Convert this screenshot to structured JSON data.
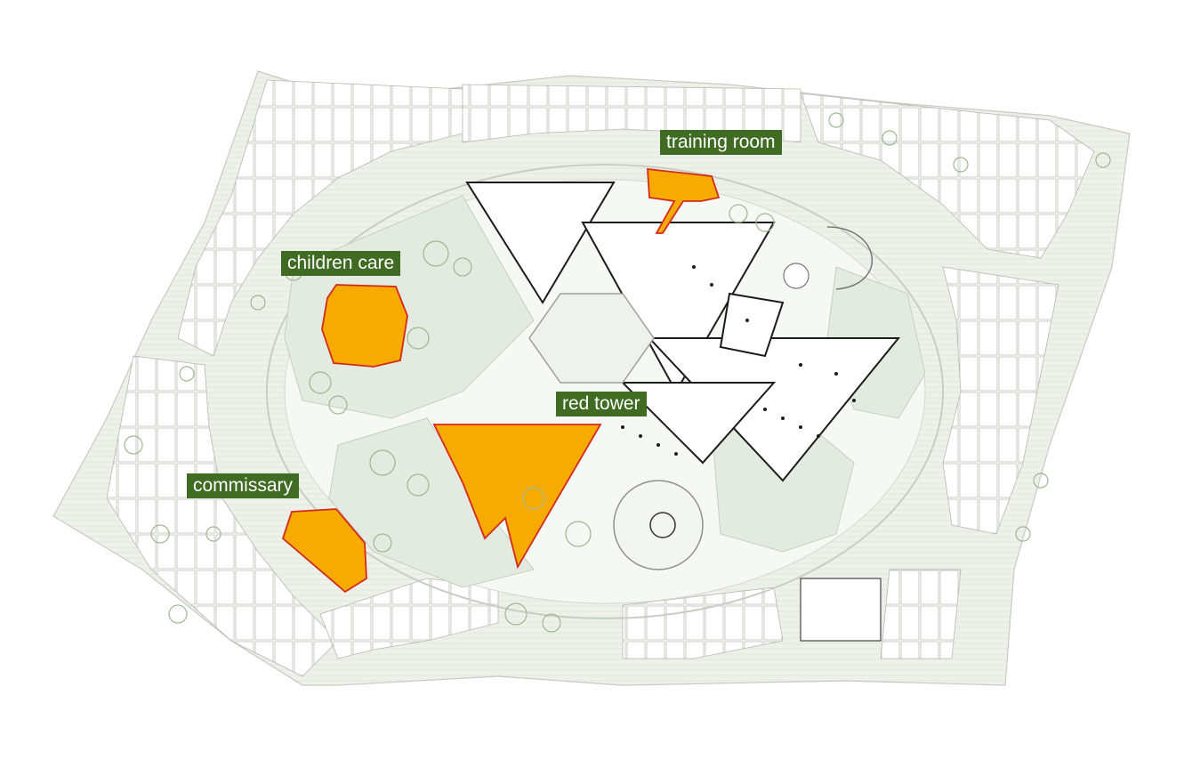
{
  "labels": {
    "training_room": "training room",
    "children_care": "children care",
    "red_tower": "red tower",
    "commissary": "commissary"
  },
  "colors": {
    "site_fill": "#edf1ea",
    "lawn_fill": "#e3eadf",
    "highlight_fill": "#f7aa00",
    "highlight_outline": "#d42a1e",
    "label_bg": "#3f6b22",
    "label_text": "#ffffff",
    "tree_stroke": "#9fb78f"
  }
}
